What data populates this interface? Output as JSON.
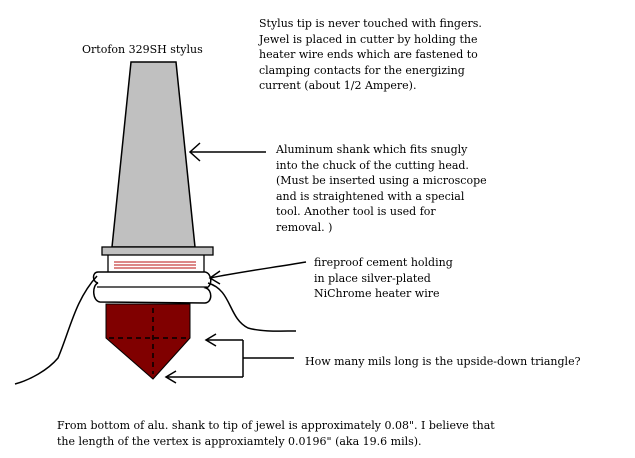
{
  "title": "Ortofon 329SH stylus",
  "notes": {
    "tip": [
      "Stylus tip is never touched with fingers.",
      "Jewel is placed in cutter by holding the",
      "heater wire ends which are fastened to",
      "clamping contacts for the energizing",
      "current (about 1/2 Ampere)."
    ],
    "shank": [
      "Aluminum shank which fits snugly",
      "into the chuck of the cutting head.",
      "(Must be inserted using a microscope",
      "and is straightened with a special",
      "tool.  Another tool is used for",
      "removal. )"
    ],
    "cement": [
      "fireproof cement holding",
      "in place silver-plated",
      "NiChrome heater wire"
    ],
    "question": "How many mils long is the upside-down triangle?",
    "footer": [
      "From bottom of alu. shank to tip of jewel is approximately 0.08\".    I believe that",
      "the length of the vertex is approxiamtely 0.0196\"  (aka 19.6 mils)."
    ]
  },
  "colors": {
    "shank": "#c0c0c0",
    "jewel": "#800000",
    "heater_wire": "#d06060",
    "outline": "#000000"
  }
}
